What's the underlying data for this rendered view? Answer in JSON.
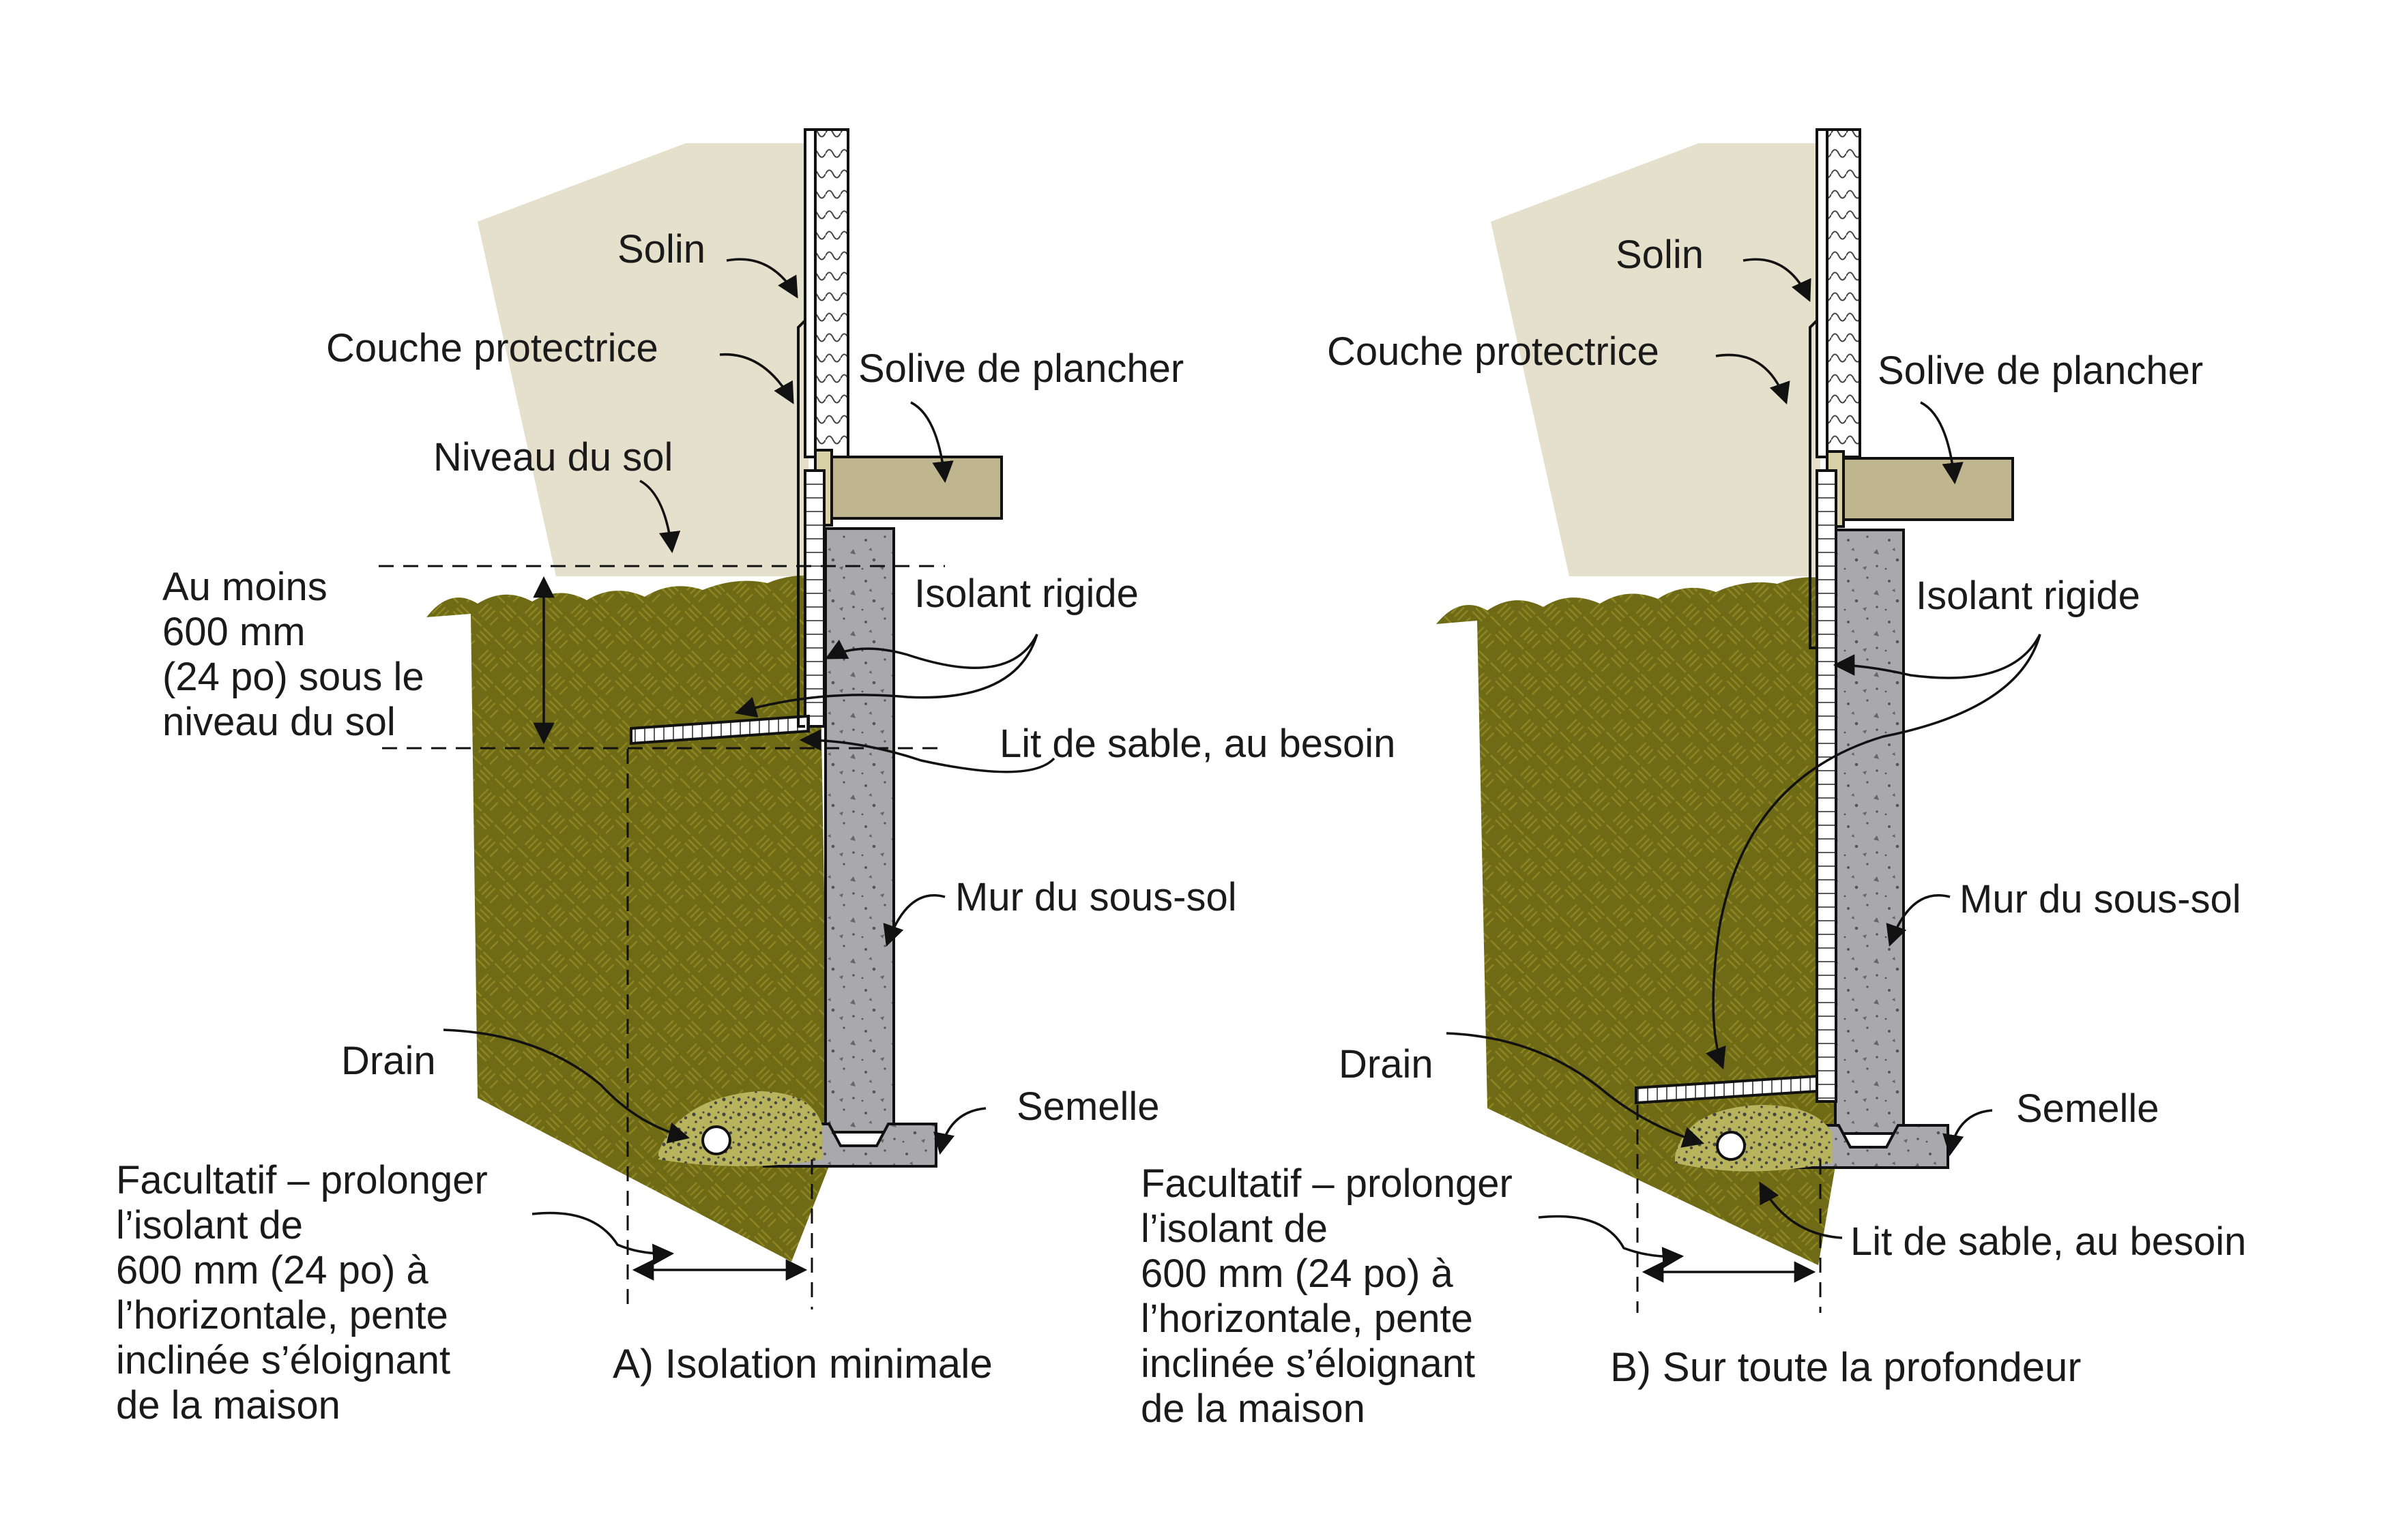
{
  "colors": {
    "soil": "#6f6a16",
    "soil_line": "#8c8722",
    "backfill": "#e4e0cb",
    "concrete": "#a9a9ab",
    "wood": "#bfb68f",
    "gravel": "#b8b45d"
  },
  "panel_a": {
    "caption": "A) Isolation minimale",
    "labels": {
      "solin": "Solin",
      "couche": "Couche protectrice",
      "solive": "Solive de plancher",
      "niveau": "Niveau du sol",
      "isolant": "Isolant rigide",
      "lit": "Lit de sable, au besoin",
      "mur": "Mur du sous-sol",
      "drain": "Drain",
      "semelle": "Semelle"
    },
    "depth_note": [
      "Au moins",
      "600 mm",
      "(24 po) sous le",
      "niveau du sol"
    ],
    "optional_note": [
      "Facultatif – prolonger",
      "l’isolant de",
      "600 mm (24 po) à",
      "l’horizontale, pente",
      "inclinée s’éloignant",
      "de la maison"
    ]
  },
  "panel_b": {
    "caption": "B) Sur toute la profondeur",
    "labels": {
      "solin": "Solin",
      "couche": "Couche protectrice",
      "solive": "Solive de plancher",
      "isolant": "Isolant rigide",
      "lit": "Lit de sable, au besoin",
      "mur": "Mur du sous-sol",
      "drain": "Drain",
      "semelle": "Semelle"
    },
    "optional_note": [
      "Facultatif – prolonger",
      "l’isolant de",
      "600 mm (24 po) à",
      "l’horizontale, pente",
      "inclinée s’éloignant",
      "de la maison"
    ]
  }
}
